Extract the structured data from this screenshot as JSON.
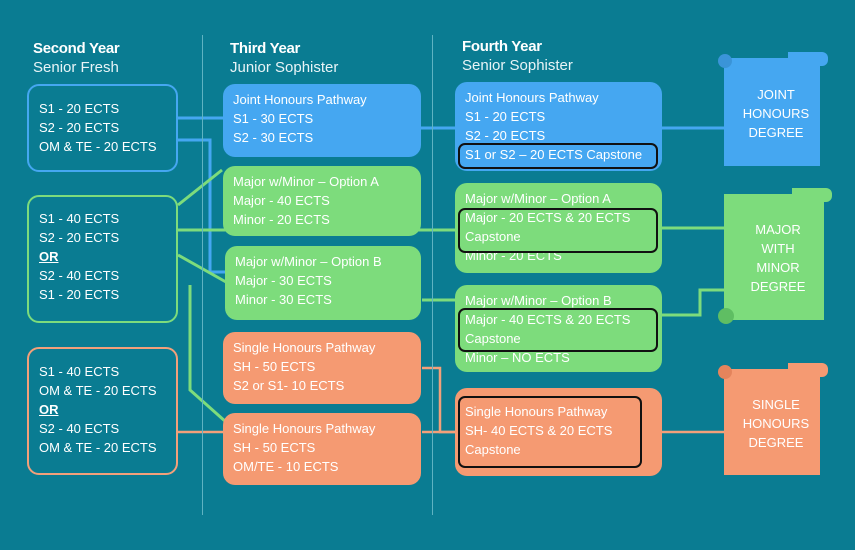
{
  "colors": {
    "background": "#0a7c92",
    "blue": "#45a7f1",
    "green": "#7ddc7c",
    "orange": "#f59a72",
    "highlight_border": "#111111"
  },
  "columns": {
    "second": {
      "title": "Second Year",
      "subtitle": "Senior Fresh"
    },
    "third": {
      "title": "Third Year",
      "subtitle": "Junior Sophister"
    },
    "fourth": {
      "title": "Fourth Year",
      "subtitle": "Senior Sophister"
    }
  },
  "second_year": {
    "joint": {
      "lines": [
        "S1 - 20 ECTS",
        "S2 - 20 ECTS",
        "OM & TE - 20 ECTS"
      ]
    },
    "major": {
      "lines": [
        "S1 - 40 ECTS",
        "S2 - 20 ECTS",
        "OR",
        "S2 - 40 ECTS",
        "S1 - 20 ECTS"
      ]
    },
    "single": {
      "lines": [
        "S1 - 40 ECTS",
        "OM & TE - 20 ECTS",
        "OR",
        "S2 - 40 ECTS",
        "OM & TE - 20 ECTS"
      ]
    }
  },
  "third_year": {
    "joint": {
      "lines": [
        "Joint Honours  Pathway",
        "S1 - 30 ECTS",
        "S2 - 30 ECTS"
      ]
    },
    "major_a": {
      "lines": [
        "Major w/Minor – Option A",
        "Major - 40 ECTS",
        "Minor - 20 ECTS"
      ]
    },
    "major_b": {
      "lines": [
        "Major w/Minor – Option B",
        "Major - 30 ECTS",
        "Minor - 30 ECTS"
      ]
    },
    "single_1": {
      "lines": [
        "Single Honours Pathway",
        "SH - 50 ECTS",
        "S2 or S1- 10 ECTS"
      ]
    },
    "single_2": {
      "lines": [
        "Single Honours Pathway",
        "SH - 50 ECTS",
        "OM/TE - 10 ECTS"
      ]
    }
  },
  "fourth_year": {
    "joint": {
      "lines": [
        "Joint Honours  Pathway",
        "S1 - 20 ECTS",
        "S2 - 20 ECTS",
        "S1 or S2 – 20 ECTS Capstone"
      ]
    },
    "major_a": {
      "lines": [
        "Major w/Minor – Option A",
        "Major - 20 ECTS & 20 ECTS",
        "Capstone",
        "Minor - 20 ECTS"
      ]
    },
    "major_b": {
      "lines": [
        "Major w/Minor – Option B",
        "Major - 40 ECTS & 20 ECTS",
        "Capstone",
        "Minor – NO ECTS"
      ]
    },
    "single": {
      "lines": [
        "Single Honours Pathway",
        "SH- 40 ECTS & 20 ECTS",
        "Capstone"
      ]
    }
  },
  "degrees": {
    "joint": {
      "lines": [
        "JOINT",
        "HONOURS",
        "DEGREE"
      ]
    },
    "major": {
      "lines": [
        "MAJOR",
        "WITH",
        "MINOR",
        "DEGREE"
      ]
    },
    "single": {
      "lines": [
        "SINGLE",
        "HONOURS",
        "DEGREE"
      ]
    }
  }
}
